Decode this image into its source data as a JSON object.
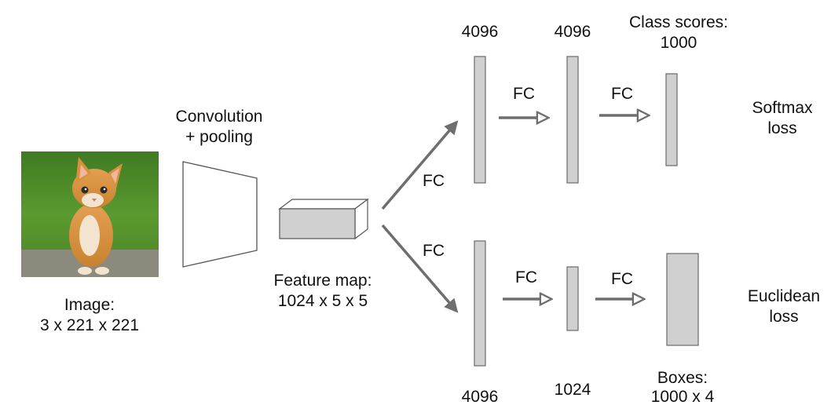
{
  "colors": {
    "bar_fill": "#d0d0d0",
    "bar_stroke": "#6a6a6a",
    "arrow": "#6e6e6e",
    "text": "#111111",
    "grass": "#4f8a2a",
    "kitten": "#d9913e"
  },
  "input": {
    "image_label": "Image:",
    "image_dims": "3 x 221 x 221"
  },
  "conv": {
    "line1": "Convolution",
    "line2": "+ pooling"
  },
  "feature_map": {
    "line1": "Feature map:",
    "line2": "1024 x 5 x 5"
  },
  "classification_branch": {
    "fc_in": "FC",
    "fc1_size": "4096",
    "fc_mid": "FC",
    "fc2_size": "4096",
    "fc_out": "FC",
    "scores_line1": "Class scores:",
    "scores_line2": "1000",
    "loss_line1": "Softmax",
    "loss_line2": "loss"
  },
  "regression_branch": {
    "fc_in": "FC",
    "fc1_size": "4096",
    "fc_mid": "FC",
    "fc2_size": "1024",
    "fc_out": "FC",
    "boxes_line1": "Boxes:",
    "boxes_line2": "1000 x 4",
    "loss_line1": "Euclidean",
    "loss_line2": "loss"
  }
}
